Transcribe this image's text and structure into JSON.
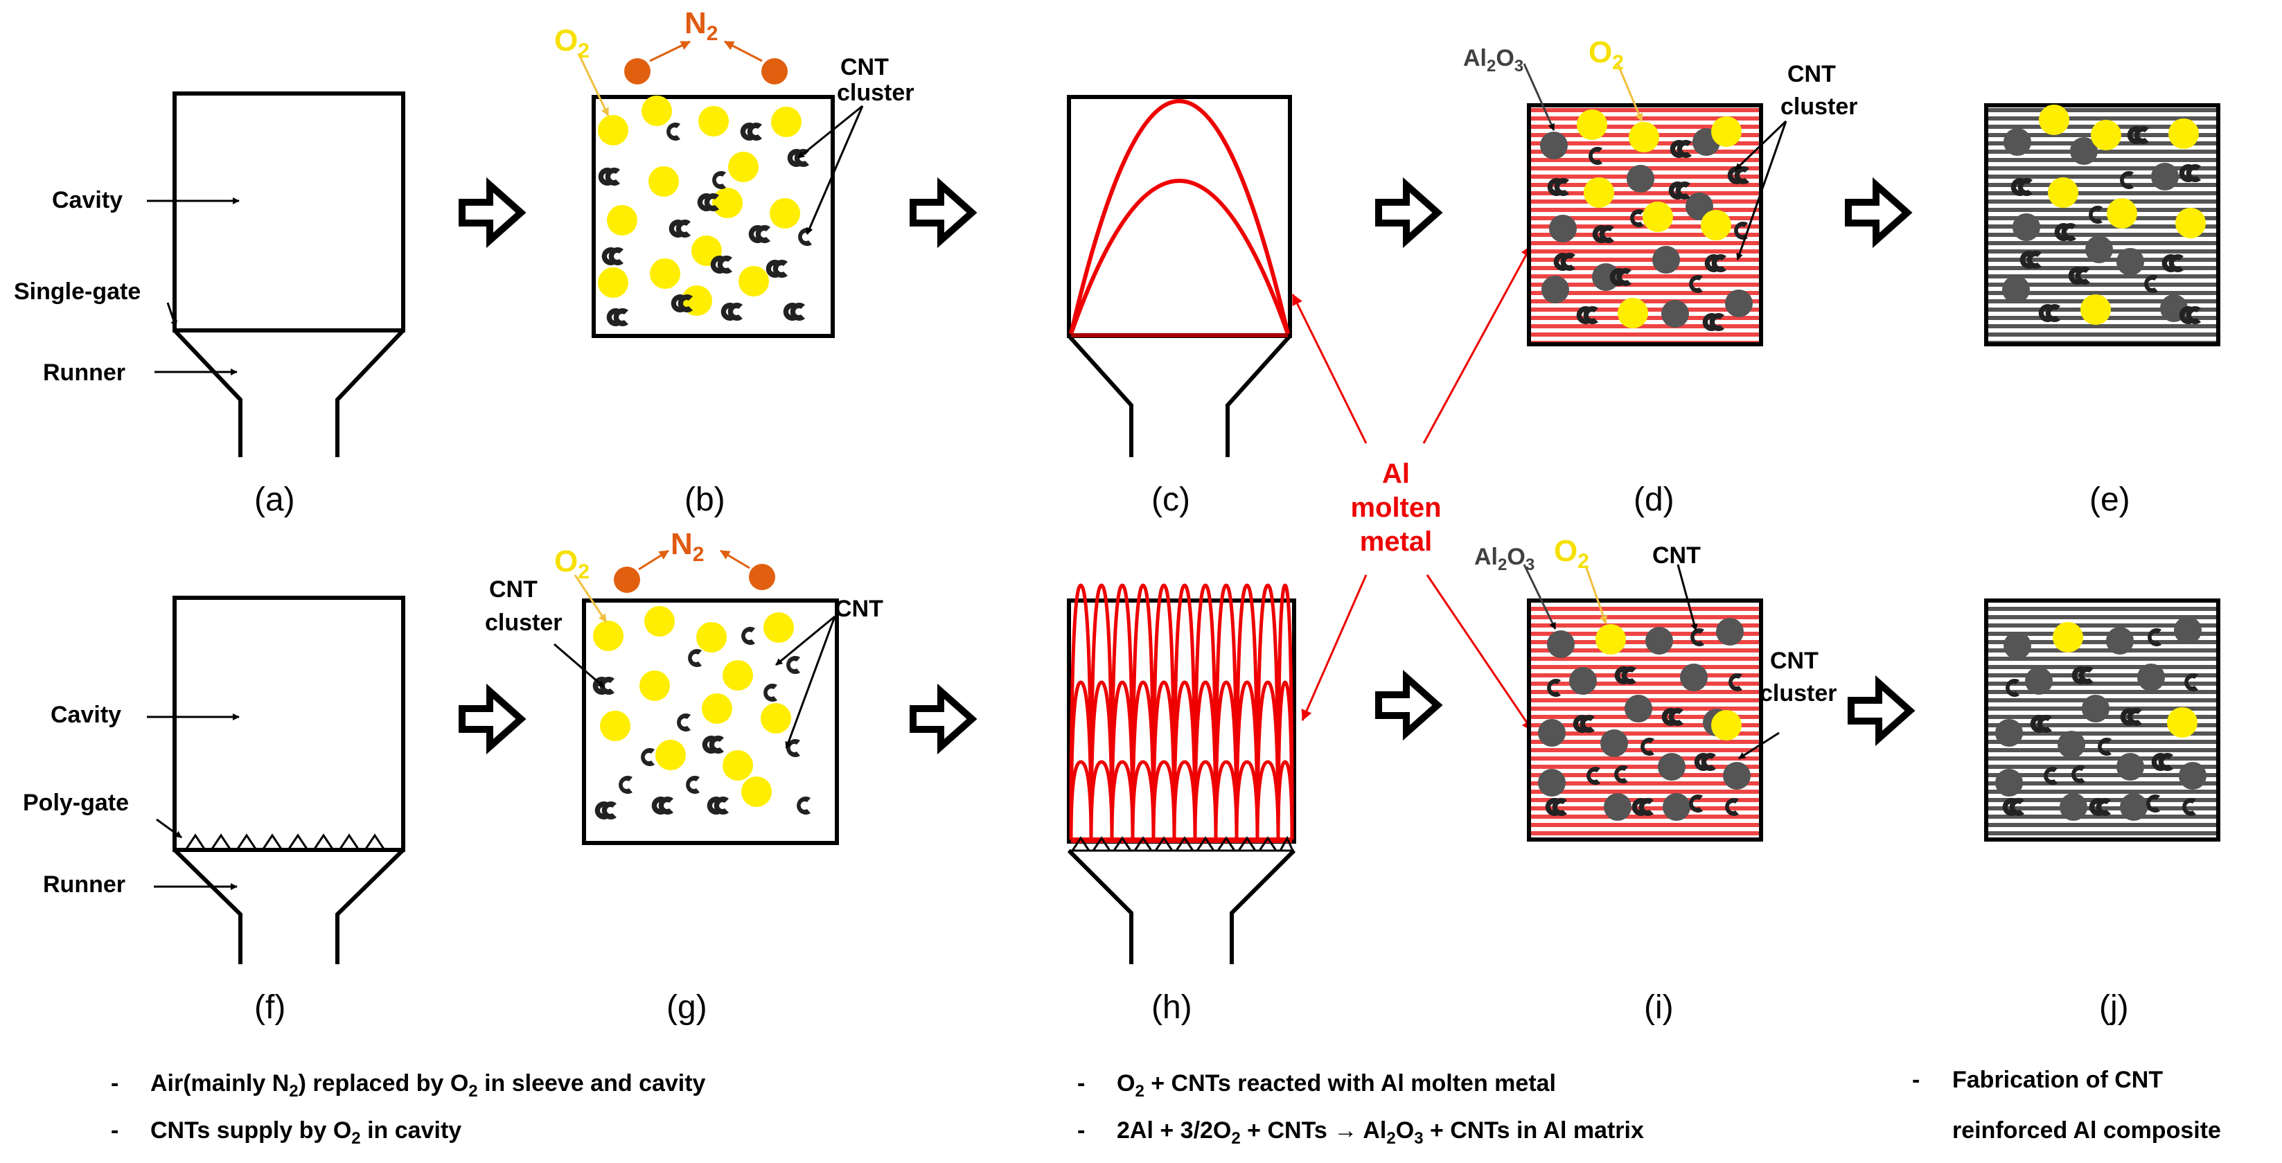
{
  "colors": {
    "oxygen": "#ffee00",
    "nitrogen": "#e0600f",
    "molten": "#ee0000",
    "alumina": "#555555",
    "cnt": "#222222",
    "molten_fill": "#f4a9a9",
    "solid_fill": "#c8c8c8"
  },
  "labels": {
    "cavity": "Cavity",
    "single_gate": "Single-gate",
    "poly_gate": "Poly-gate",
    "runner": "Runner",
    "cnt_cluster_line1": "CNT",
    "cnt_cluster_line2": "cluster",
    "cnt": "CNT",
    "o2": "O",
    "n2": "N",
    "sub2": "2",
    "al2o3_a": "Al",
    "al2o3_b": "2",
    "al2o3_c": "O",
    "al2o3_d": "3",
    "molten_line1": "Al",
    "molten_line2": "molten",
    "molten_line3": "metal"
  },
  "panels": {
    "a": "(a)",
    "b": "(b)",
    "c": "(c)",
    "d": "(d)",
    "e": "(e)",
    "f": "(f)",
    "g": "(g)",
    "h": "(h)",
    "i": "(i)",
    "j": "(j)"
  },
  "notes": {
    "dash": "-",
    "n1_a": "Air(mainly N",
    "n1_b": "2",
    "n1_c": ") replaced by O",
    "n1_d": "2",
    "n1_e": " in sleeve and cavity",
    "n2": "CNTs supply by O",
    "n2_b": "2",
    "n2_c": " in cavity",
    "n3_a": "O",
    "n3_b": "2",
    "n3_c": " + CNTs reacted with Al molten metal",
    "n4_a": "2Al + 3/2O",
    "n4_b": "2",
    "n4_c": " + CNTs → Al",
    "n4_d": "2",
    "n4_e": "O",
    "n4_f": "3",
    "n4_g": " + CNTs in Al matrix",
    "n5": "Fabrication of CNT",
    "n6": "reinforced Al composite"
  }
}
